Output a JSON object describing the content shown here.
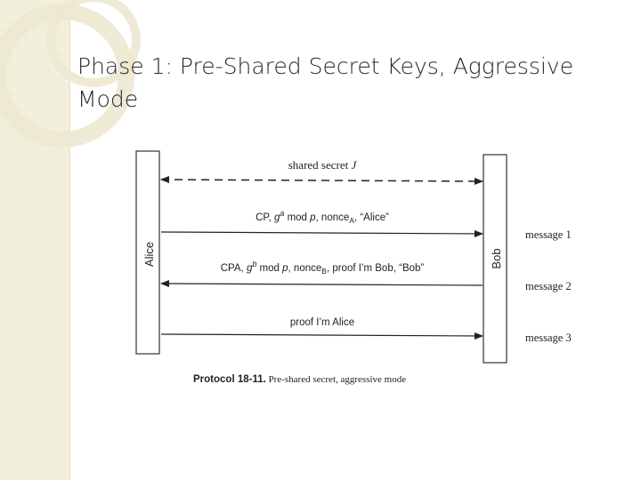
{
  "slide": {
    "title": "Phase 1: Pre-Shared Secret Keys, Aggressive Mode"
  },
  "diagram": {
    "left_party": "Alice",
    "right_party": "Bob",
    "shared_line": {
      "label_prefix": "shared secret ",
      "label_var": "J"
    },
    "msg1": {
      "p1": "CP, ",
      "g": "g",
      "exp": "a",
      "p2": " mod ",
      "mod_var": "p",
      "p3": ", nonce",
      "sub": "A",
      "p4": ", “Alice”",
      "side_label": "message 1"
    },
    "msg2": {
      "p1": "CPA, ",
      "g": "g",
      "exp": "b",
      "p2": " mod ",
      "mod_var": "p",
      "p3": ", nonce",
      "sub": "B",
      "p4": ", proof I’m Bob, “Bob”",
      "side_label": "message 2"
    },
    "msg3": {
      "text": "proof I’m Alice",
      "side_label": "message 3"
    },
    "caption": {
      "bold": "Protocol 18-11.",
      "rest": " Pre-shared secret, aggressive mode"
    }
  }
}
